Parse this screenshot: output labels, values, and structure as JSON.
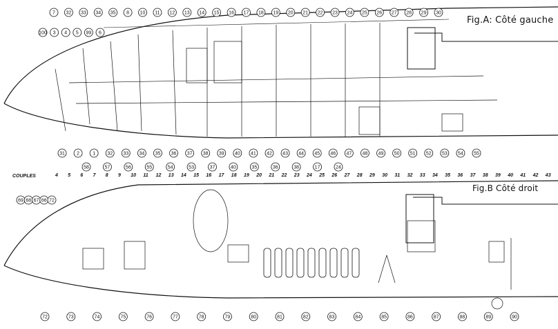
{
  "figure_a": {
    "caption": "Fig.A: Côté gauche"
  },
  "figure_b": {
    "caption": "Fig.B Côté droit"
  },
  "couples_label": "COUPLES",
  "frame_numbers": [
    "4",
    "5",
    "6",
    "7",
    "8",
    "9",
    "10",
    "11",
    "12",
    "13",
    "14",
    "15",
    "16",
    "17",
    "18",
    "19",
    "20",
    "21",
    "22",
    "23",
    "24",
    "25",
    "26",
    "27",
    "28",
    "29",
    "30",
    "31",
    "32",
    "33",
    "34",
    "35",
    "36",
    "37",
    "38",
    "39",
    "40",
    "41",
    "42",
    "43"
  ],
  "top_callouts_a": [
    "7",
    "32",
    "33",
    "34",
    "35",
    "8",
    "10",
    "11",
    "12",
    "13",
    "14",
    "15",
    "16",
    "17",
    "18",
    "19",
    "20",
    "21",
    "22",
    "23",
    "24",
    "25",
    "26",
    "27",
    "28",
    "29",
    "30"
  ],
  "left_callouts_a": [
    "100",
    "3",
    "4",
    "5",
    "99",
    "6"
  ],
  "bottom_callouts_a": [
    "31",
    "2",
    "1",
    "32",
    "33",
    "34",
    "35",
    "36",
    "37",
    "38",
    "39",
    "40",
    "41",
    "42",
    "43",
    "44",
    "45",
    "46",
    "47",
    "48",
    "49",
    "50",
    "51",
    "52",
    "53",
    "54",
    "55"
  ],
  "top_callouts_b": [
    "58",
    "57",
    "56",
    "55",
    "54",
    "53",
    "37",
    "40",
    "35",
    "36",
    "38",
    "17",
    "24"
  ],
  "left_callouts_b": [
    "69",
    "68",
    "67",
    "66",
    "72"
  ],
  "bottom_callouts_b": [
    "72",
    "73",
    "74",
    "75",
    "76",
    "77",
    "78",
    "79",
    "80",
    "81",
    "82",
    "83",
    "84",
    "85",
    "86",
    "87",
    "88",
    "89",
    "90"
  ]
}
